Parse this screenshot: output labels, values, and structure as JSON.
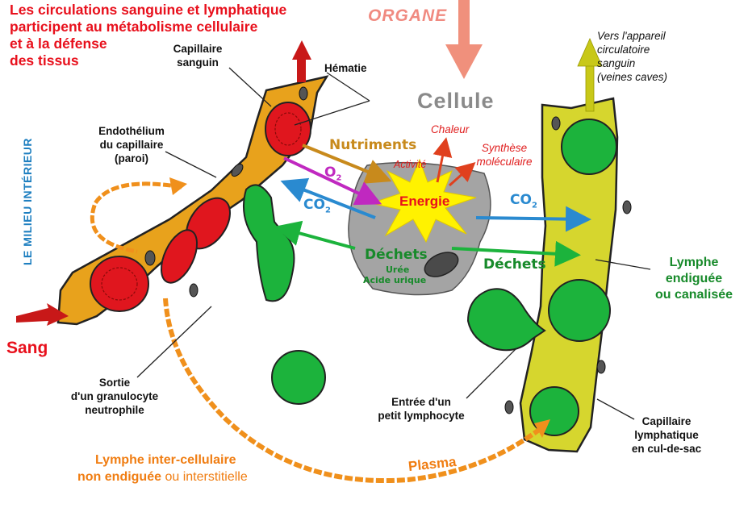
{
  "title": {
    "line1": "Les circulations sanguine et lymphatique",
    "line2": "participent au métabolisme cellulaire",
    "line3": "et à la défense",
    "line4": "des tissus"
  },
  "labels": {
    "organe": "ORGANE",
    "cellule": "Cellule",
    "capillaire_sanguin_1": "Capillaire",
    "capillaire_sanguin_2": "sanguin",
    "hematie": "Hématie",
    "endothelium_1": "Endothélium",
    "endothelium_2": "du capillaire",
    "endothelium_3": "(paroi)",
    "milieu_interieur": "LE MILIEU INTÉRIEUR",
    "sang": "Sang",
    "sortie_1": "Sortie",
    "sortie_2": "d'un granulocyte",
    "sortie_3": "neutrophile",
    "lymphe_inter_1": "Lymphe inter-cellulaire",
    "lymphe_inter_2a": "non endiguée",
    "lymphe_inter_2b": " ou interstitielle",
    "plasma": "Plasma",
    "entree_1": "Entrée d'un",
    "entree_2": "petit lymphocyte",
    "capillaire_lymph_1": "Capillaire",
    "capillaire_lymph_2": "lymphatique",
    "capillaire_lymph_3": "en cul-de-sac",
    "lymphe_endiguee_1": "Lymphe",
    "lymphe_endiguee_2": "endiguée",
    "lymphe_endiguee_3": "ou canalisée",
    "vers_1": "Vers l'appareil",
    "vers_2": "circulatoire",
    "vers_3": "sanguin",
    "vers_4": "(veines caves)",
    "nutriments": "Nutriments",
    "o2": "O",
    "o2_sub": "2",
    "co2": "CO",
    "co2_sub": "2",
    "co2_right": "CO",
    "co2_right_sub": "2",
    "dechets_cell": "Déchets",
    "uree": "Urée",
    "acide_urique": "Acide urique",
    "dechets_out": "Déchets",
    "energie": "Energie",
    "activite": "Activité",
    "chaleur": "Chaleur",
    "synthese_1": "Synthèse",
    "synthese_2": "moléculaire"
  },
  "colors": {
    "blood_capillary": "#e8a21c",
    "red_cell": "#e0161e",
    "lymph_capillary": "#d6d62e",
    "lymph_cell": "#1cb33c",
    "cell_body": "#a4a4a4",
    "orange_arrow": "#f0901c",
    "title_red": "#e8101c",
    "label_green": "#178a2a",
    "co2_blue": "#2a8ad0",
    "o2_purple": "#c028c0",
    "nutriments_gold": "#c88a1c"
  }
}
